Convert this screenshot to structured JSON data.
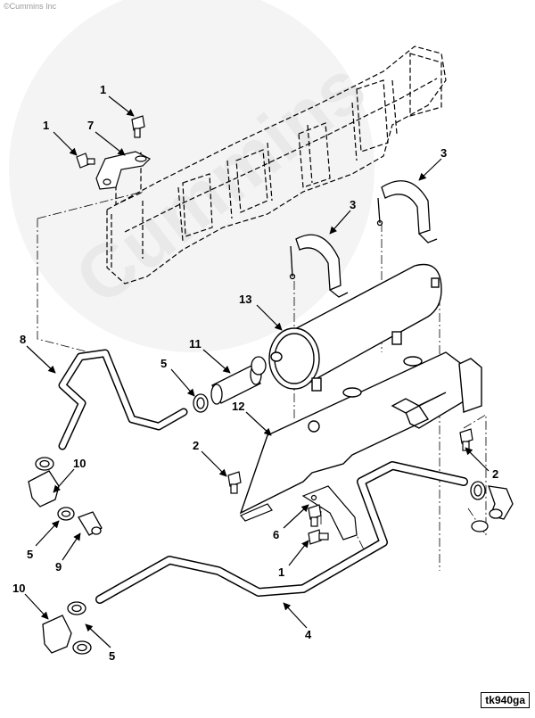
{
  "copyright": "©Cummins Inc",
  "watermark": "Cummins",
  "figure_tag": "tk940ga",
  "callouts": [
    {
      "id": "c1a",
      "label": "1"
    },
    {
      "id": "c1b",
      "label": "1"
    },
    {
      "id": "c7",
      "label": "7"
    },
    {
      "id": "c3a",
      "label": "3"
    },
    {
      "id": "c3b",
      "label": "3"
    },
    {
      "id": "c13",
      "label": "13"
    },
    {
      "id": "c8",
      "label": "8"
    },
    {
      "id": "c11",
      "label": "11"
    },
    {
      "id": "c5a",
      "label": "5"
    },
    {
      "id": "c12",
      "label": "12"
    },
    {
      "id": "c2a",
      "label": "2"
    },
    {
      "id": "c2b",
      "label": "2"
    },
    {
      "id": "c10a",
      "label": "10"
    },
    {
      "id": "c5b",
      "label": "5"
    },
    {
      "id": "c9",
      "label": "9"
    },
    {
      "id": "c6",
      "label": "6"
    },
    {
      "id": "c1c",
      "label": "1"
    },
    {
      "id": "c10b",
      "label": "10"
    },
    {
      "id": "c4",
      "label": "4"
    },
    {
      "id": "c5c",
      "label": "5"
    }
  ]
}
